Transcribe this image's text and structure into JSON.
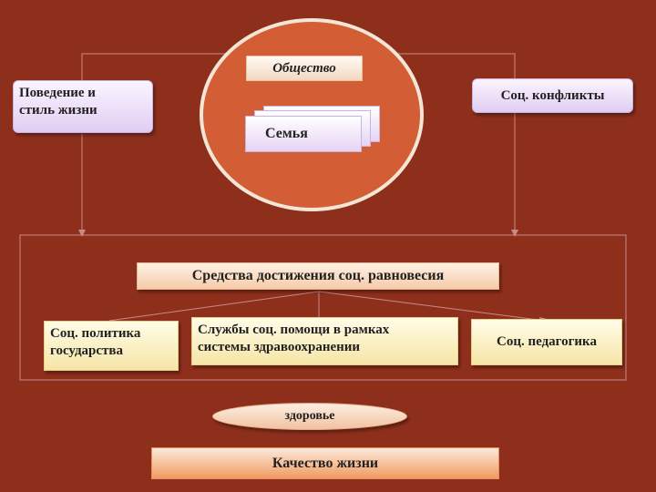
{
  "center": {
    "society": "Общество",
    "family": "Семья"
  },
  "behavior_box": {
    "line1": "Поведение и",
    "line2": "стиль жизни"
  },
  "conflicts_box": {
    "label": "Соц. конфликты"
  },
  "means_box": {
    "label": "Средства достижения соц. равновесия"
  },
  "policy_box": {
    "line1": "Соц. политика",
    "line2": "государства"
  },
  "services_box": {
    "line1": "Службы соц. помощи в рамках",
    "line2": "системы здравоохранении"
  },
  "pedagogy_box": {
    "label": "Соц. педагогика"
  },
  "health": {
    "label": "здоровье"
  },
  "quality": {
    "label": "Качество жизни"
  },
  "colors": {
    "background": "#8e2f1c",
    "circle_fill": "#d35e36",
    "circle_border": "#f4e6d6",
    "connector": "#c98a86"
  },
  "shapes": {
    "circle": "ellipse",
    "family": "stacked-documents",
    "health": "ellipse"
  }
}
